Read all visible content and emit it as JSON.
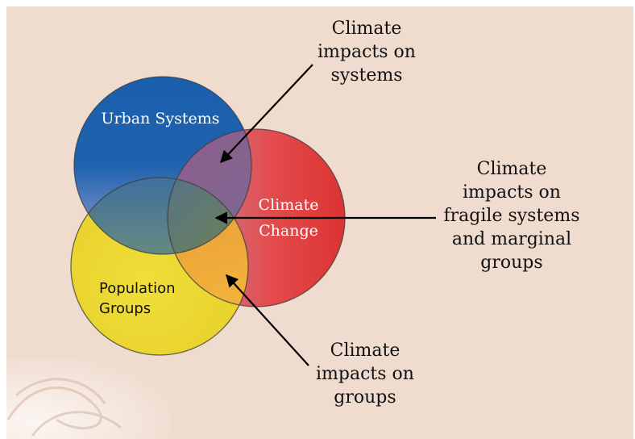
{
  "circles": {
    "urban": {
      "label": "Urban Systems",
      "color": "#1f5fae"
    },
    "climate": {
      "label_lines": [
        "Climate",
        "Change"
      ],
      "color": "#e23a3a"
    },
    "population": {
      "label_lines": [
        "Population",
        "Groups"
      ],
      "color": "#ecd92f"
    }
  },
  "callouts": {
    "systems": [
      "Climate",
      "impacts on",
      "systems"
    ],
    "fragile": [
      "Climate",
      "impacts on",
      "fragile systems",
      "and marginal",
      "groups"
    ],
    "groups": [
      "Climate",
      "impacts on",
      "groups"
    ]
  },
  "colors": {
    "background": "#f0dccf",
    "border": "#ffffff",
    "arrow": "#000000"
  }
}
